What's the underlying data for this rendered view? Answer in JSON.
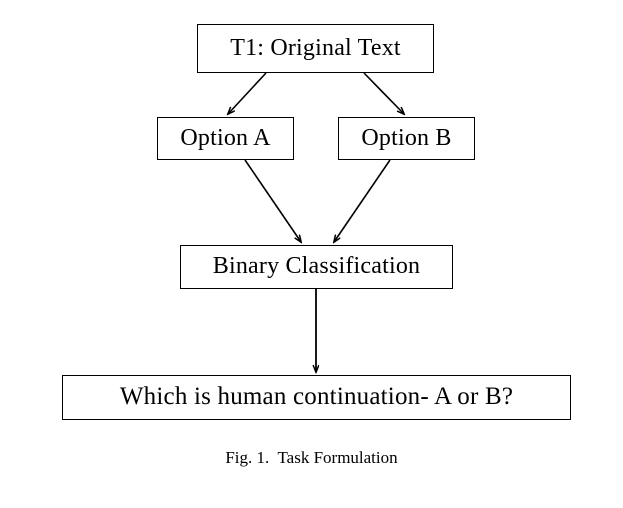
{
  "figure": {
    "caption": "Fig. 1.  Task Formulation",
    "background_color": "#ffffff",
    "stroke_color": "#000000"
  },
  "diagram": {
    "type": "flowchart",
    "orientation": "top-to-bottom",
    "nodes": [
      {
        "id": "original_text",
        "label": "T1: Original Text"
      },
      {
        "id": "option_a",
        "label": "Option A"
      },
      {
        "id": "option_b",
        "label": "Option B"
      },
      {
        "id": "binary_classification",
        "label": "Binary Classification"
      },
      {
        "id": "question",
        "label": "Which is human continuation- A or B?"
      }
    ],
    "edges": [
      {
        "from": "original_text",
        "to": "option_a",
        "style": "arrow"
      },
      {
        "from": "original_text",
        "to": "option_b",
        "style": "arrow"
      },
      {
        "from": "option_a",
        "to": "binary_classification",
        "style": "arrow"
      },
      {
        "from": "option_b",
        "to": "binary_classification",
        "style": "arrow"
      },
      {
        "from": "binary_classification",
        "to": "question",
        "style": "arrow"
      }
    ]
  }
}
